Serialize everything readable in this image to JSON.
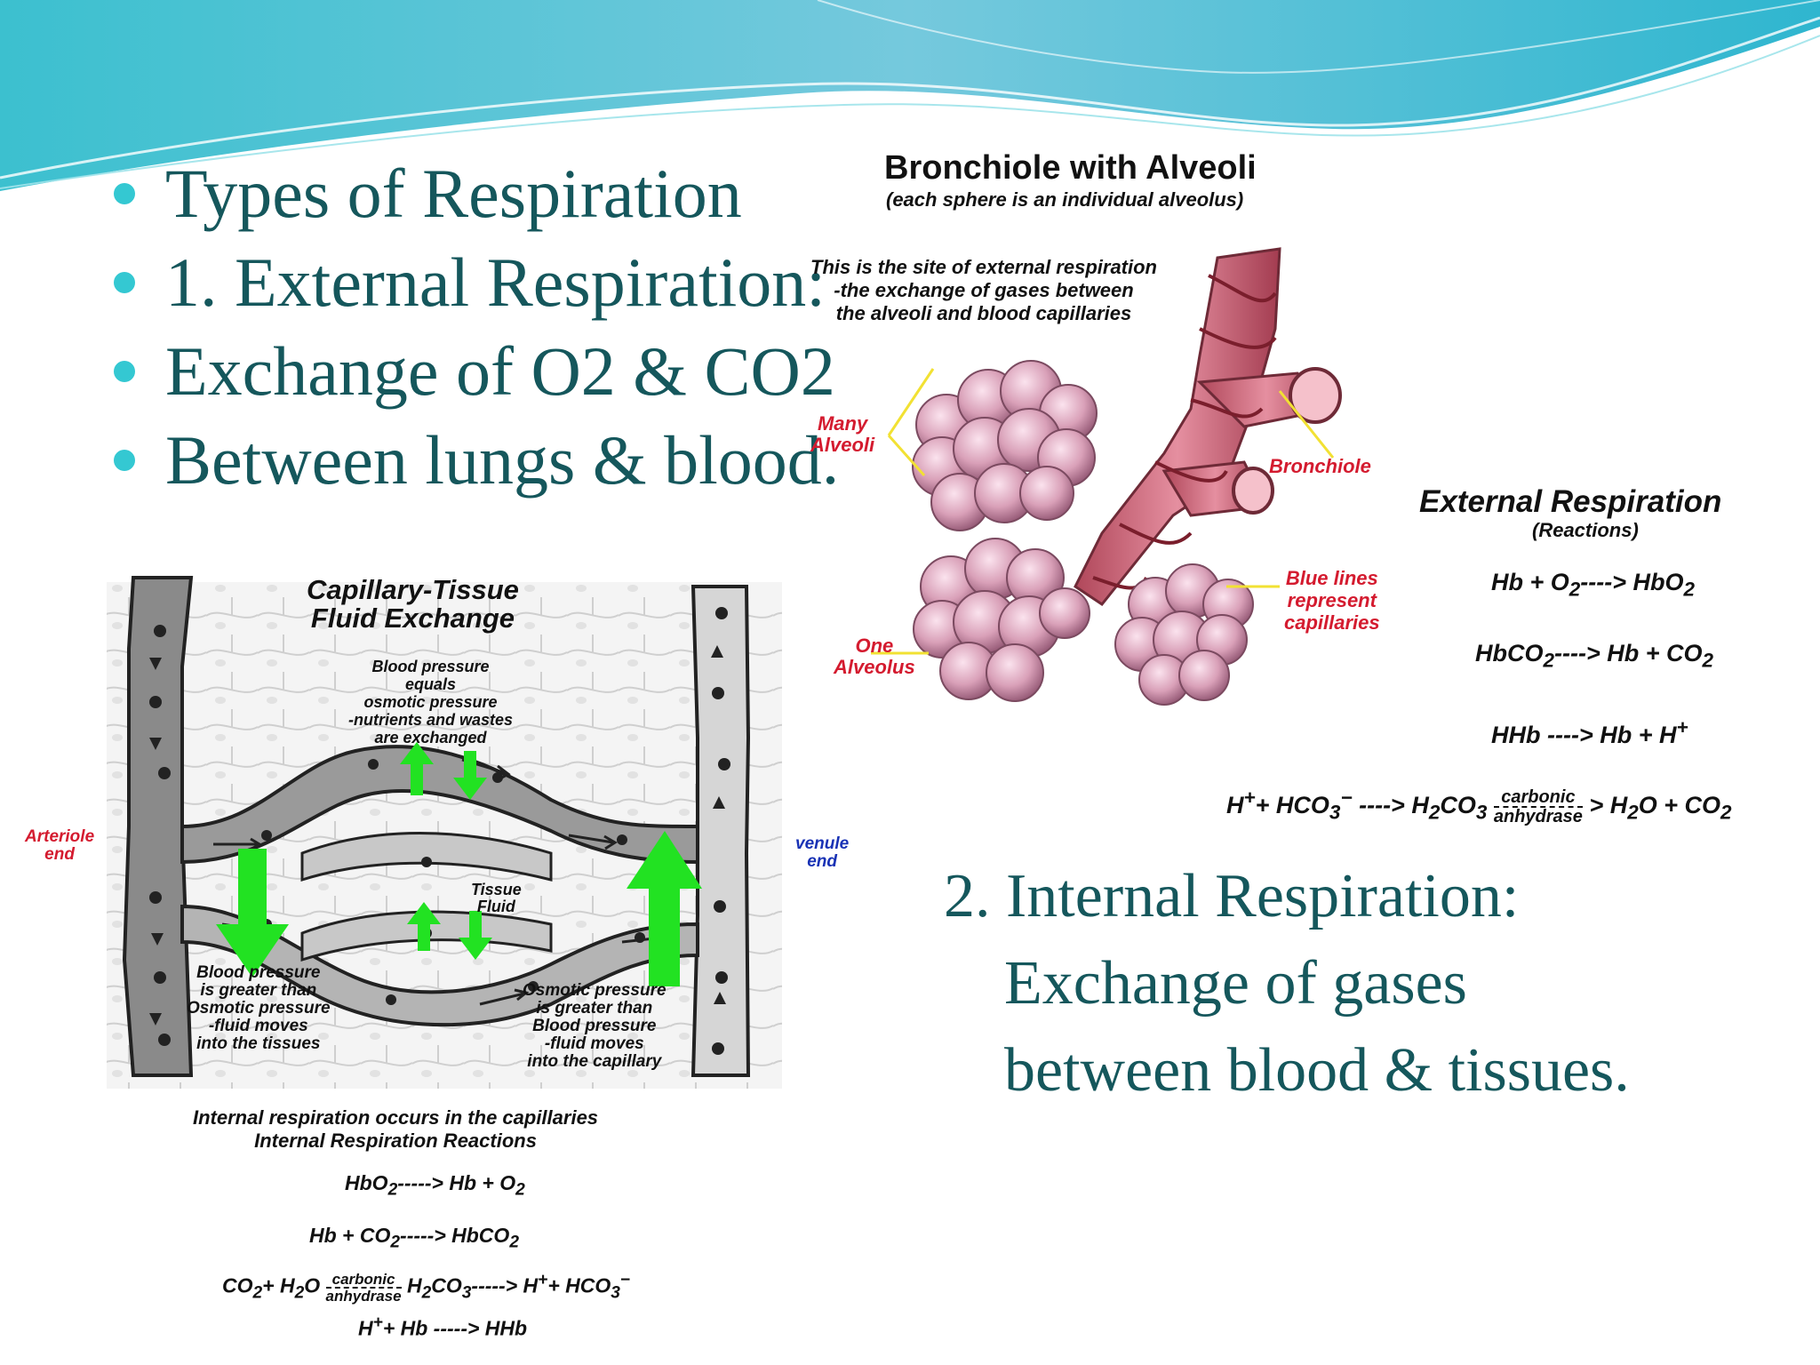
{
  "slide": {
    "bullets": [
      "Types of Respiration",
      "1. External Respiration:",
      "Exchange of O2 & CO2",
      "Between lungs & blood."
    ],
    "internal": {
      "heading": "2. Internal Respiration:",
      "line2": "Exchange of gases",
      "line3": "between blood & tissues."
    }
  },
  "bronchiole_figure": {
    "title": "Bronchiole with Alveoli",
    "subtitle": "(each sphere is an individual alveolus)",
    "description": [
      "This is the site of external respiration",
      "-the exchange of gases between",
      "the alveoli and blood capillaries"
    ],
    "labels": {
      "many_alveoli": [
        "Many",
        "Alveoli"
      ],
      "bronchiole": "Bronchiole",
      "one_alveolus": [
        "One",
        "Alveolus"
      ],
      "blue_lines": [
        "Blue lines",
        "represent",
        "capillaries"
      ]
    }
  },
  "external_reactions": {
    "title": "External Respiration",
    "subtitle": "(Reactions)",
    "r1": {
      "a": "Hb + O",
      "sub": "2",
      "b": "----> HbO",
      "sub2": "2"
    },
    "r2": {
      "a": "HbCO",
      "sub": "2",
      "b": "----> Hb + CO",
      "sub2": "2"
    },
    "r3": {
      "a": "HHb ----> Hb + H",
      "sup": "+"
    },
    "r4": {
      "a": "H",
      "sup": "+",
      "b": "+ HCO",
      "sub": "3",
      "sup2": "−",
      "c": "----> H",
      "sub3": "2",
      "d": "CO",
      "sub4": "3",
      "catalyst_top": "carbonic",
      "catalyst_bottom": "anhydrase",
      "e": "> H",
      "sub5": "2",
      "f": "O + CO",
      "sub6": "2"
    }
  },
  "capillary_figure": {
    "title": [
      "Capillary-Tissue",
      "Fluid Exchange"
    ],
    "top_note": [
      "Blood pressure",
      "equals",
      "osmotic pressure",
      "-nutrients and wastes",
      "are exchanged"
    ],
    "arteriole": [
      "Arteriole",
      "end"
    ],
    "venule": [
      "venule",
      "end"
    ],
    "tissue_fluid": [
      "Tissue",
      "Fluid"
    ],
    "left_note": [
      "Blood pressure",
      "is greater than",
      "Osmotic pressure",
      "-fluid moves",
      "into the tissues"
    ],
    "right_note": [
      "Osmotic pressure",
      "is greater than",
      "Blood pressure",
      "-fluid moves",
      "into the capillary"
    ]
  },
  "internal_reactions": {
    "header1": "Internal respiration occurs in the capillaries",
    "header2": "Internal Respiration Reactions",
    "r1": {
      "a": "HbO",
      "sub": "2",
      "b": "-----> Hb + O",
      "sub2": "2"
    },
    "r2": {
      "a": "Hb + CO",
      "sub": "2",
      "b": "-----> HbCO",
      "sub2": "2"
    },
    "r3": {
      "a": "CO",
      "sub": "2",
      "b": "+ H",
      "sub2": "2",
      "c": "O",
      "catalyst_top": "carbonic",
      "catalyst_bottom": "anhydrase",
      "d": "H",
      "sub3": "2",
      "e": "CO",
      "sub4": "3",
      "f": "-----> H",
      "sup": "+",
      "g": "+ HCO",
      "sub5": "3",
      "sup2": "−"
    },
    "r4": {
      "a": "H",
      "sup": "+",
      "b": "+ Hb -----> HHb"
    }
  },
  "colors": {
    "heading": "#15575c",
    "bullet": "#34c8d2",
    "red_label": "#d41b2f",
    "blue_label": "#1932b5",
    "green_arrow": "#22e222"
  }
}
